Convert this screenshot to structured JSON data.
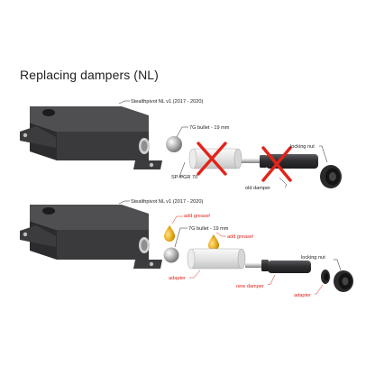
{
  "title": "Replacing dampers (NL)",
  "top": {
    "pivot_label": "Stealthpivot NL v1 (2017 - 2020)",
    "bullet_label": "7G bullet - 19 mm",
    "sp_label": "SP-PGR 70",
    "old_damper_label": "old damper",
    "locking_nut_label": "locking nut"
  },
  "bottom": {
    "pivot_label": "Stealthpivot NL v1 (2017 - 2020)",
    "add_grease_1": "add grease!",
    "bullet_label": "7G bullet - 19 mm",
    "add_grease_2": "add grease!",
    "locking_nut_label": "locking nut",
    "adapter_left": "adapter",
    "new_damper": "new damper",
    "adapter_right": "adapter"
  },
  "colors": {
    "body_dark": "#3a3a3c",
    "body_mid": "#4a4a4d",
    "body_light": "#5b5b5f",
    "chrome": "#d9d9d9",
    "red_cross": "#e2231a",
    "grease": "#e5a817",
    "text": "#222222"
  }
}
